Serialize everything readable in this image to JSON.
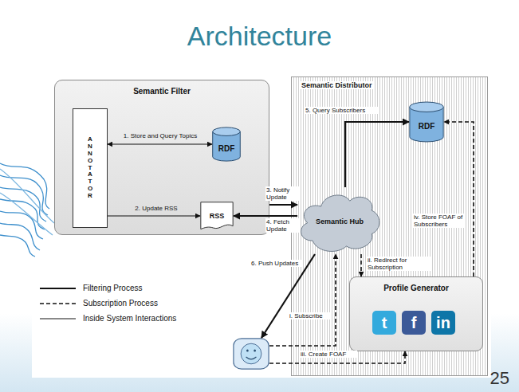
{
  "diagram": {
    "title": "Architecture",
    "nodes": [
      {
        "text": [
          "Semantic Filter"
        ]
      },
      {
        "text": [
          "ANNOTATOR"
        ],
        "in": 0
      },
      {
        "text": [
          "RDF"
        ],
        "in": 0
      },
      {
        "text": [
          "RSS"
        ],
        "in": 0
      },
      {
        "text": [
          "Semantic Distributor"
        ]
      },
      {
        "text": [
          "Semantic Hub"
        ],
        "in": 4
      },
      {
        "text": [
          "RDF"
        ],
        "in": 4
      },
      {
        "text": [
          "Profile Generator"
        ],
        "in": 4
      },
      {
        "text": []
      }
    ],
    "edges": [
      {
        "from": 1,
        "to": 2,
        "arrow": "both",
        "label": "1. Store and Query Topics"
      },
      {
        "from": 1,
        "to": 3,
        "arrow": "to",
        "label": "2. Update RSS"
      },
      {
        "from": 0,
        "to": 5,
        "arrow": "to",
        "label": "3. Notify Update"
      },
      {
        "from": 5,
        "to": 3,
        "arrow": "to",
        "label": "4. Fetch Update"
      },
      {
        "from": 5,
        "to": 6,
        "arrow": "to",
        "label": "5. Query Subscribers"
      },
      {
        "from": 5,
        "to": 8,
        "arrow": "to",
        "label": "6. Push Updates"
      },
      {
        "from": 8,
        "to": 5,
        "arrow": "to",
        "label": "i. Subscribe"
      },
      {
        "from": 5,
        "to": 7,
        "arrow": "to",
        "label": "ii. Redirect for Subscription"
      },
      {
        "from": 8,
        "to": 7,
        "arrow": "to",
        "label": "iii. Create FOAF"
      },
      {
        "from": 7,
        "to": 6,
        "arrow": "to",
        "label": "iv. Store FOAF of Subscribers"
      }
    ],
    "labels": [
      "25",
      "t",
      "f",
      "in"
    ],
    "legend": [
      {
        "text": "Filtering Process"
      },
      {
        "text": "Subscription Process"
      },
      {
        "text": "Inside System Interactions"
      }
    ]
  }
}
